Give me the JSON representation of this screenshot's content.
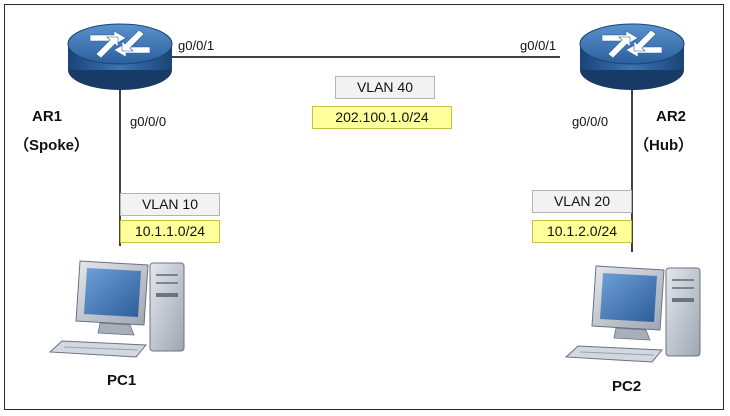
{
  "devices": {
    "ar1": {
      "name": "AR1",
      "role": "（Spoke）"
    },
    "ar2": {
      "name": "AR2",
      "role": "（Hub）"
    },
    "pc1": {
      "name": "PC1"
    },
    "pc2": {
      "name": "PC2"
    }
  },
  "ports": {
    "ar1_wan": "g0/0/1",
    "ar2_wan": "g0/0/1",
    "ar1_lan": "g0/0/0",
    "ar2_lan": "g0/0/0"
  },
  "links": {
    "wan": {
      "vlan": "VLAN 40",
      "network": "202.100.1.0/24"
    },
    "ar1_pc1": {
      "vlan": "VLAN 10",
      "network": "10.1.1.0/24"
    },
    "ar2_pc2": {
      "vlan": "VLAN 20",
      "network": "10.1.2.0/24"
    }
  },
  "colors": {
    "router_top": "#2f6aa8",
    "router_side": "#1f4f86",
    "vlan_box": "#f2f2f2",
    "network_box": "#ffff9c",
    "link": "#000000"
  },
  "icons": {
    "router": "router-icon",
    "pc": "desktop-computer-icon"
  }
}
